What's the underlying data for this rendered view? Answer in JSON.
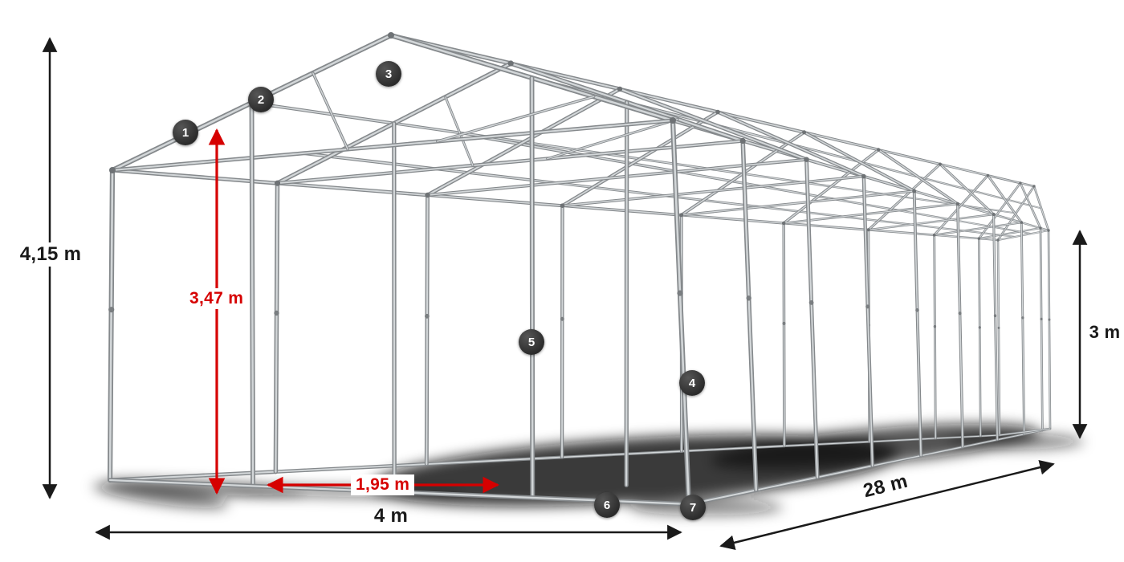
{
  "diagram": {
    "subject": "Tent steel frame construction with dimensions",
    "colors": {
      "background": "#ffffff",
      "dimension_text": "#1a1a1a",
      "highlight": "#d60000",
      "tube_dark": "#85898c",
      "tube_light": "#d2d6d8",
      "joint": "#6e7275",
      "marker_background": "#2b2b2b",
      "marker_text": "#ffffff"
    },
    "dimensions": {
      "total_height": "4,15 m",
      "clear_height": "3,47 m",
      "pole_spacing": "1,95 m",
      "width": "4 m",
      "length": "28 m",
      "side_height": "3 m"
    },
    "markers": [
      {
        "label": "1"
      },
      {
        "label": "2"
      },
      {
        "label": "3"
      },
      {
        "label": "4"
      },
      {
        "label": "5"
      },
      {
        "label": "6"
      },
      {
        "label": "7"
      }
    ]
  }
}
